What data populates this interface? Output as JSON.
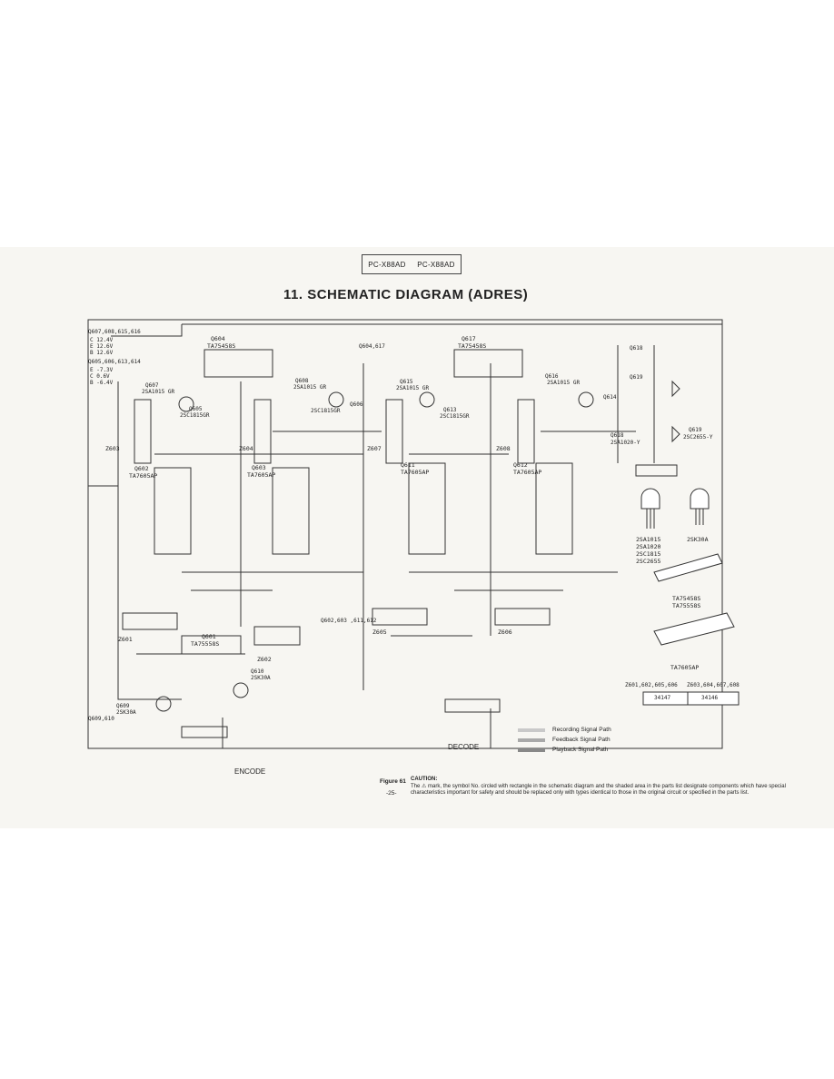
{
  "header": {
    "model_left": "PC-X88AD",
    "model_right": "PC-X88AD"
  },
  "title": "11. SCHEMATIC DIAGRAM (ADRES)",
  "transistors": {
    "q604": "Q604",
    "q604_ic": "TA75458S",
    "q617": "Q617",
    "q617_ic": "TA75458S",
    "q602": "Q602",
    "q602_ic": "TA7605AP",
    "q603": "Q603",
    "q603_ic": "TA7605AP",
    "q611": "Q611",
    "q611_ic": "TA7605AP",
    "q612": "Q612",
    "q612_ic": "TA7605AP",
    "q601": "Q601",
    "q601_ic": "TA75558S",
    "q607": "Q607",
    "q607_type": "2SA1015 GR",
    "q605": "Q605",
    "q605_type": "2SC1815GR",
    "q608": "Q608",
    "q608_type": "2SA1015 GR",
    "q606": "Q606",
    "q606_type": "2SC1815GR",
    "q615": "Q615",
    "q615_type": "2SA1015 GR",
    "q613": "Q613",
    "q613_type": "2SC1815GR",
    "q616": "Q616",
    "q616_type": "2SA1015 GR",
    "q614": "Q614",
    "q618": "Q618",
    "q618_type": "2SA1020-Y",
    "q619": "Q619",
    "q619_type": "2SC2655-Y",
    "q609": "Q609",
    "q609_type": "2SK30A",
    "q610": "Q610",
    "q610_type": "2SK30A"
  },
  "voltage_tables": {
    "t1_title": "Q607,608,615,616",
    "t1_rows": [
      "C 12.4V",
      "E 12.6V",
      "B 12.6V"
    ],
    "t2_title": "Q605,606,613,614",
    "t2_rows": [
      "E -7.3V",
      "C 0.6V",
      "B -6.4V"
    ],
    "t3_title": "Q604,617",
    "t3_title2": "Q602,603 ,611,612",
    "t4_title": "Q618",
    "t5_title": "Q619",
    "t6_title": "Q609,610"
  },
  "blocks": {
    "z603": "Z603",
    "z604": "Z604",
    "z607": "Z607",
    "z608": "Z608",
    "z601": "Z601",
    "z602": "Z602",
    "z605": "Z605",
    "z606": "Z606",
    "encode": "ENCODE",
    "decode": "DECODE"
  },
  "parts_panel": {
    "pkg1": "2SA1015 2SA1020 2SC1815 2SC2655",
    "pkg2": "2SK30A",
    "pkg3": "TA75458S TA75558S",
    "pkg4": "TA7605AP",
    "z_left_title": "Z601,602,605,606",
    "z_left_part": "34147",
    "z_right_title": "Z603,604,607,608",
    "z_right_part": "34146"
  },
  "legend": {
    "recording": "Recording Signal Path",
    "feedback": "Feedback Signal Path",
    "playback": "Playback Signal Path",
    "colors": {
      "recording": "#c9c9c9",
      "feedback": "#a9a9a9",
      "playback": "#888888"
    }
  },
  "caption": {
    "figure": "Figure 61",
    "page": "-25-",
    "head": "CAUTION:",
    "body": "The ⚠ mark, the symbol No. circled with rectangle in the schematic diagram and the shaded area in the parts list designate components which have special characteristics important for safety and should be replaced only with types identical to those in the original circuit or specified in the parts list."
  }
}
